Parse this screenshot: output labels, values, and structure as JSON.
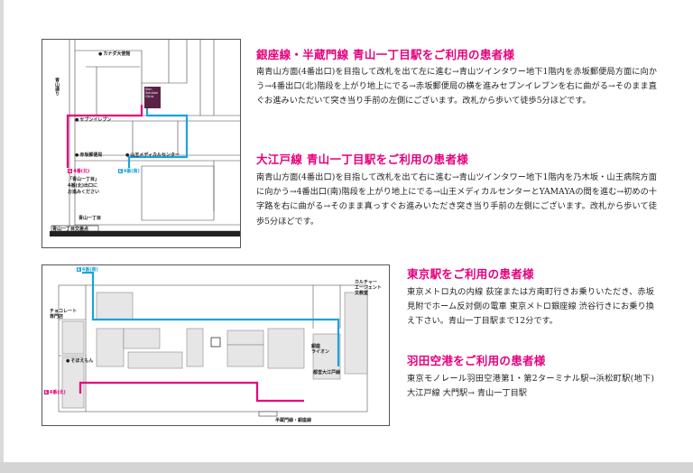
{
  "map1": {
    "labels": {
      "canada_embassy": "カナダ大使館",
      "aoyama_dori": "青山通り",
      "seven_eleven": "セブンイレブン",
      "akasaka_post": "赤坂郵便局",
      "sanno_center": "山王メディカルセンター",
      "exit4_north": "4番(北)",
      "exit4_south": "4番(南)",
      "note": "「青山一丁目」\n4番(北)出口に\nお進みください",
      "aoyama_1chome": "青山一丁目",
      "crossing": "青山一丁目交差点",
      "clinic_logo": "Skin Solution Clinic"
    }
  },
  "map2": {
    "labels": {
      "exit_top": "4番(南)",
      "career_agent": "カルチャー\nエージェント\n文教堂",
      "chocolate": "チョコレート\n専門店",
      "ginza_lion": "銀座\nライオン",
      "sohoemon": "そほえもん",
      "exit_left": "4番(北)",
      "toei_line": "都営大江戸線",
      "subway_line": "半蔵門線・銀座線"
    }
  },
  "sections": [
    {
      "title": "銀座線・半蔵門線 青山一丁目駅をご利用の患者様",
      "body": "南青山方面(4番出口)を目指して改札を出て左に進む→青山ツインタワー地下1階内を赤坂郵便局方面に向かう→4番出口(北)階段を上がり地上にでる→赤坂郵便局の横を進みセブンイレブンを右に曲がる→そのまま直ぐお進みいただいて突き当り手前の左側にございます。改札から歩いて徒歩5分ほどです。"
    },
    {
      "title": "大江戸線 青山一丁目駅をご利用の患者様",
      "body": "南青山方面(4番出口)を目指して改札を出て右に進む→青山ツインタワー地下1階内を乃木坂・山王病院方面に向かう→4番出口(南)階段を上がり地上にでる→山王メディカルセンターとYAMAYAの間を進む→初めの十字路を右に曲がる→そのまま真っすぐお進みいただき突き当り手前の左側にございます。改札から歩いて徒歩5分ほどです。"
    },
    {
      "title": "東京駅をご利用の患者様",
      "body": "東京メトロ丸の内線 荻窪または方南町行きお乗りいただき、赤坂見附でホーム反対側の電車 東京メトロ銀座線 渋谷行きにお乗り換え下さい。青山一丁目駅まで12分です。"
    },
    {
      "title": "羽田空港をご利用の患者様",
      "body": "東京モノレール羽田空港第1・第2ターミナル駅→浜松町駅(地下)大江戸線 大門駅→ 青山一丁目駅"
    }
  ],
  "colors": {
    "accent": "#e6007e",
    "route_blue": "#1aa3dd",
    "clinic": "#5b2247"
  }
}
